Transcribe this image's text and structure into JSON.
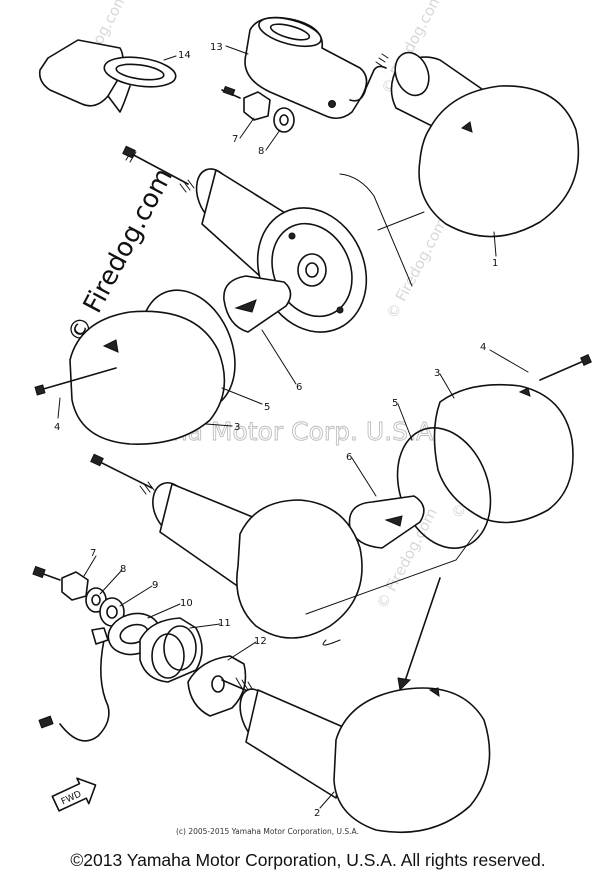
{
  "labels": [
    "14",
    "13",
    "7",
    "8",
    "1",
    "6",
    "5",
    "3",
    "4",
    "4",
    "3",
    "5",
    "6",
    "7",
    "8",
    "9",
    "10",
    "11",
    "12",
    "2"
  ],
  "watermarks": {
    "diagonal": "© Firedog.com",
    "center": "Yamaha Motor Corp. U.S.A."
  },
  "fwd_mark": "FWD",
  "small_copyright": "(c) 2005-2015 Yamaha Motor Corporation, U.S.A.",
  "copyright": "©2013 Yamaha Motor Corporation, U.S.A. All rights reserved."
}
